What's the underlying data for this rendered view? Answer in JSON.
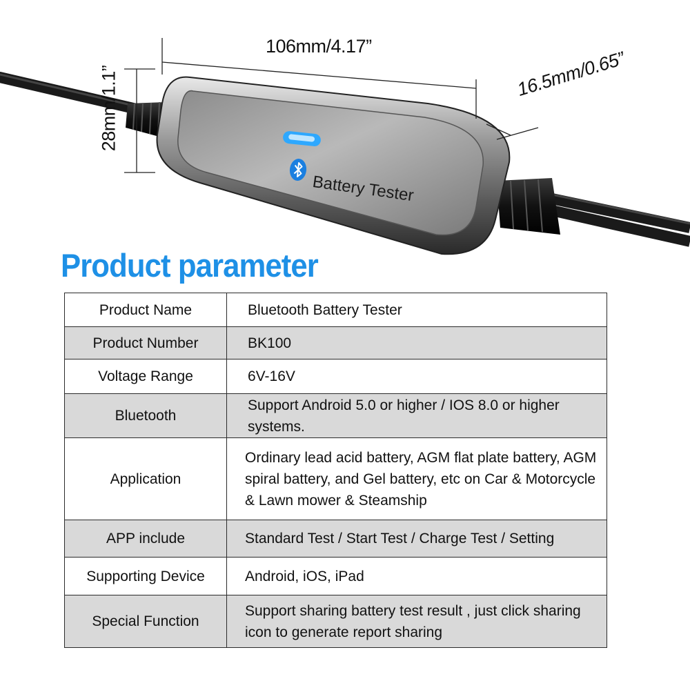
{
  "product_image": {
    "device_label": "Battery Tester",
    "icons": [
      "bluetooth-icon",
      "led-indicator"
    ],
    "dimensions": {
      "length": "106mm/4.17”",
      "height": "28mm/1.1”",
      "depth": "16.5mm/0.65”"
    }
  },
  "section_title": "Product parameter",
  "colors": {
    "title": "#1e90e6",
    "shade_row": "#d9d9d9",
    "led": "#2ea8ff",
    "bluetooth": "#1b7fe0"
  },
  "parameters": [
    {
      "label": "Product Name",
      "value": "Bluetooth Battery Tester"
    },
    {
      "label": "Product Number",
      "value": "BK100"
    },
    {
      "label": "Voltage Range",
      "value": "6V-16V"
    },
    {
      "label": "Bluetooth",
      "value": "Support Android 5.0 or higher / IOS 8.0 or higher systems."
    },
    {
      "label": "Application",
      "value": "Ordinary lead acid battery, AGM flat plate battery, AGM spiral battery, and Gel battery, etc on Car & Motorcycle & Lawn mower & Steamship"
    },
    {
      "label": "APP include",
      "value": "Standard Test  / Start Test / Charge Test / Setting"
    },
    {
      "label": "Supporting Device",
      "value": "Android, iOS, iPad"
    },
    {
      "label": "Special Function",
      "value": "Support sharing battery test result , just click sharing icon to generate report sharing"
    }
  ]
}
